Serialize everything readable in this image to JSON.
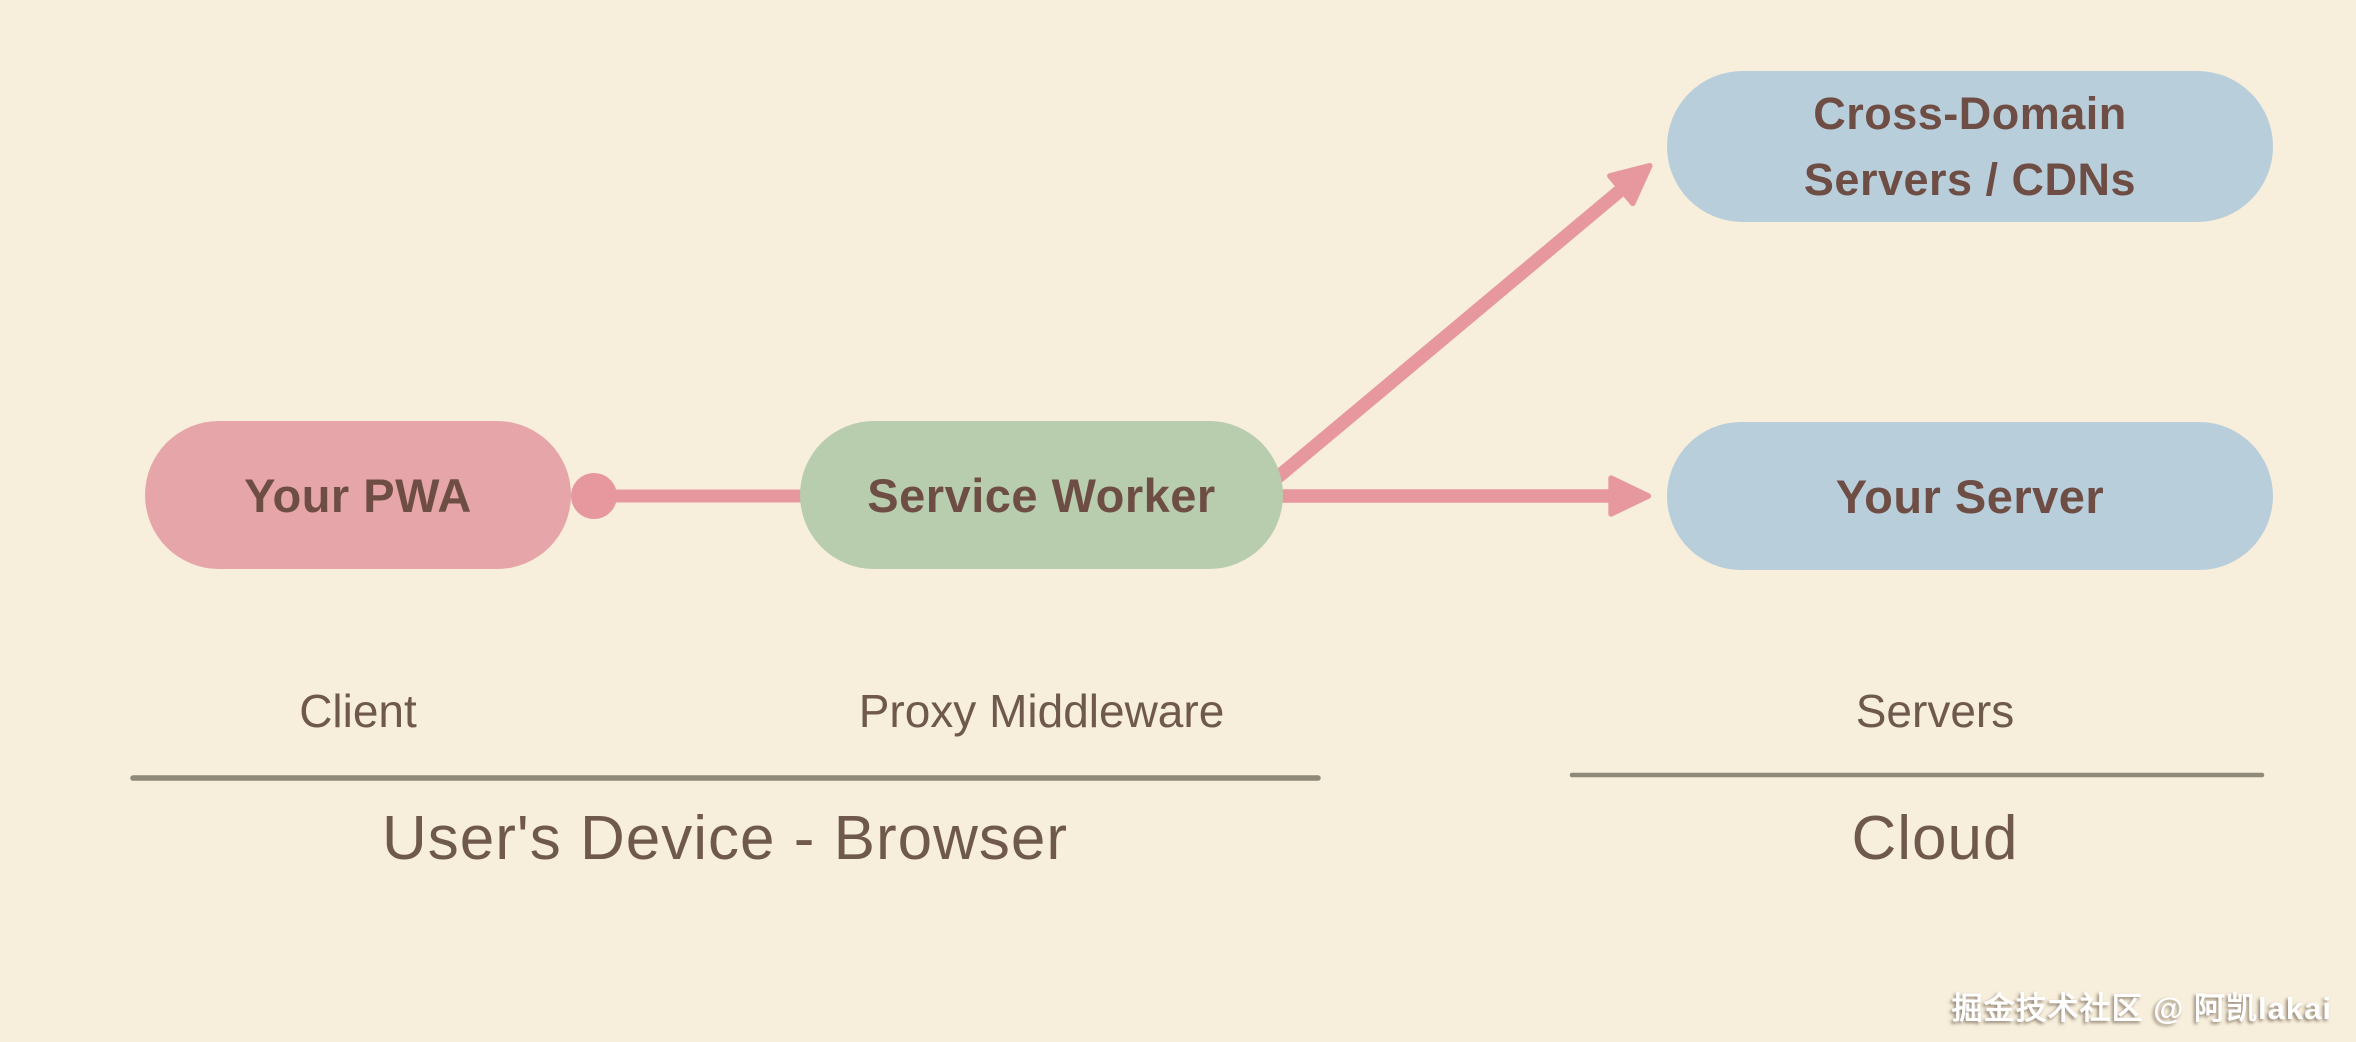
{
  "diagram": {
    "nodes": {
      "pwa": {
        "label": "Your PWA",
        "color": "#e6a5a8"
      },
      "service_worker": {
        "label": "Service Worker",
        "color": "#b7cdad"
      },
      "cross_domain": {
        "lines": [
          "Cross-Domain",
          "Servers / CDNs"
        ],
        "color": "#b9cedb"
      },
      "your_server": {
        "label": "Your Server",
        "color": "#b9cedb"
      }
    },
    "section_labels": {
      "client": "Client",
      "proxy": "Proxy Middleware",
      "servers": "Servers"
    },
    "zone_labels": {
      "device": "User's Device - Browser",
      "cloud": "Cloud"
    }
  },
  "watermark": "掘金技术社区 @ 阿凯lakai",
  "colors": {
    "background": "#f7eedc",
    "pill_pink": "#e6a5a8",
    "pill_green": "#b7cdad",
    "pill_blue": "#b9cedb",
    "arrow": "#e7989f",
    "node_text": "#6e4e44",
    "label_text": "#6f594c",
    "divider": "#8f897a",
    "watermark_text": "#ffffff"
  }
}
